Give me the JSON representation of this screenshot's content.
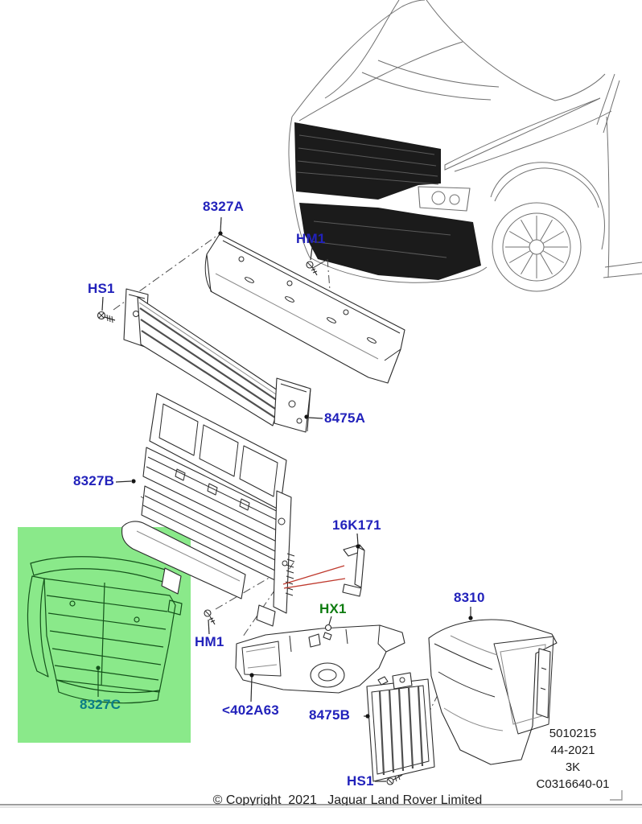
{
  "callouts": {
    "p8327a": "8327A",
    "hs1_upper": "HS1",
    "hm1_upper": "HM1",
    "p8475a": "8475A",
    "p8327b": "8327B",
    "p16k171": "16K171",
    "p8310": "8310",
    "hx1": "HX1",
    "p8327c": "8327C",
    "hm1_lower": "HM1",
    "p402a63": "<402A63",
    "p8475b": "8475B",
    "hs1_lower": "HS1"
  },
  "reference_block": {
    "line1": "5010215",
    "line2": "44-2021",
    "line3": "3K",
    "line4": "C0316640-01"
  },
  "footer": {
    "copyright": "© Copyright  2021   Jaguar Land Rover Limited"
  },
  "colors": {
    "part_label_blue": "#2222bb",
    "fastener_label_green": "#0e7c10",
    "highlight_label_teal": "#0b7d86",
    "highlight_green": "#8ae98a",
    "attention_red": "#bf3a2e"
  }
}
